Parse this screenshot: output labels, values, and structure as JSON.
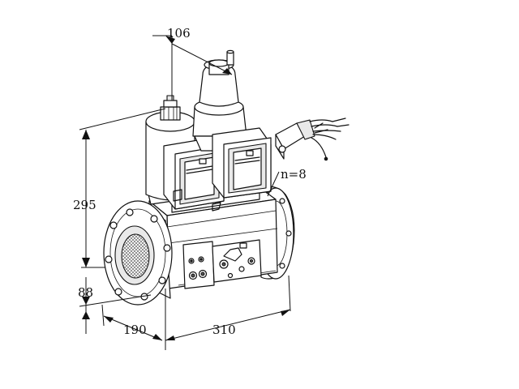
{
  "drawing": {
    "dimensions": {
      "top_width": "106",
      "height_total": "295",
      "height_lower": "88",
      "depth": "190",
      "length": "310",
      "pin_count": "n=8"
    }
  }
}
